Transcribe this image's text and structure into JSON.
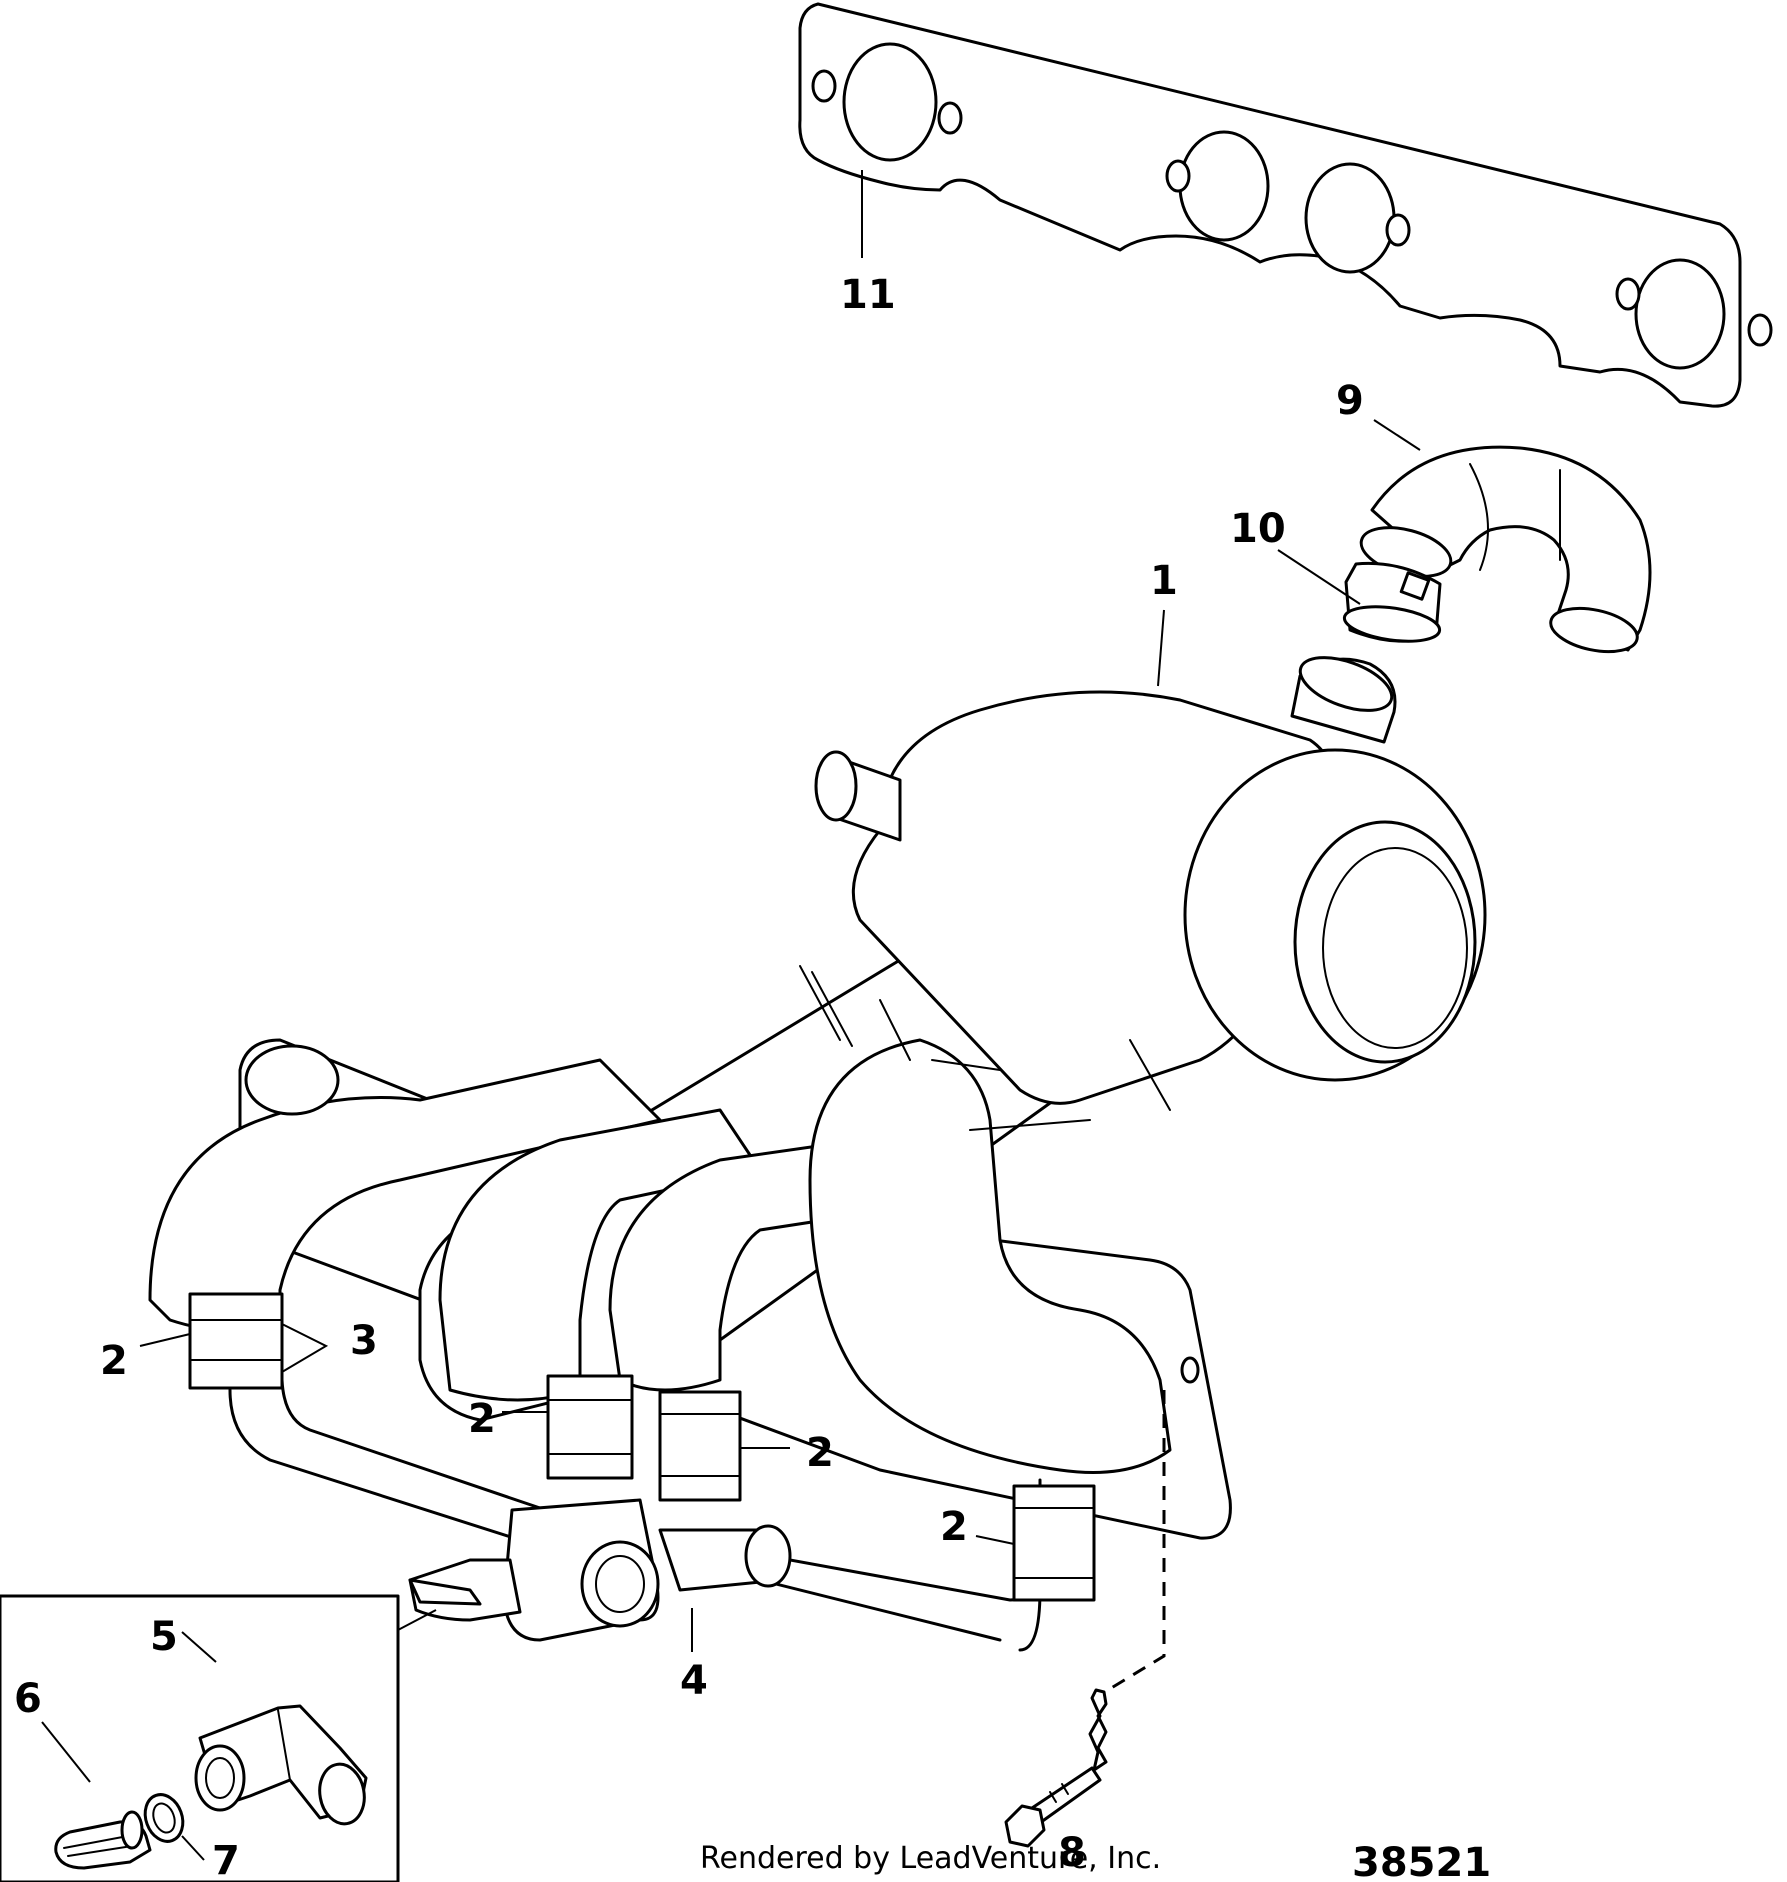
{
  "callouts": {
    "c1": "1",
    "c2a": "2",
    "c2b": "2",
    "c2c": "2",
    "c2d": "2",
    "c3": "3",
    "c4": "4",
    "c5": "5",
    "c6": "6",
    "c7": "7",
    "c8": "8",
    "c9": "9",
    "c10": "10",
    "c11": "11"
  },
  "footer": {
    "credit": "Rendered by LeadVenture, Inc.",
    "figure_number": "38521"
  }
}
